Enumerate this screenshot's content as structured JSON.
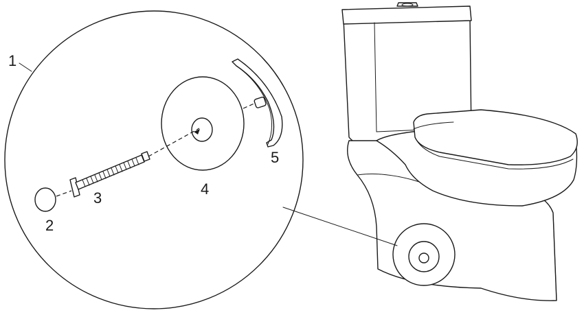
{
  "labels": {
    "detail_circle": "1",
    "cap": "2",
    "bolt": "3",
    "disc": "4",
    "bracket": "5"
  },
  "colors": {
    "line": "#1a1a1a",
    "background": "#ffffff"
  }
}
